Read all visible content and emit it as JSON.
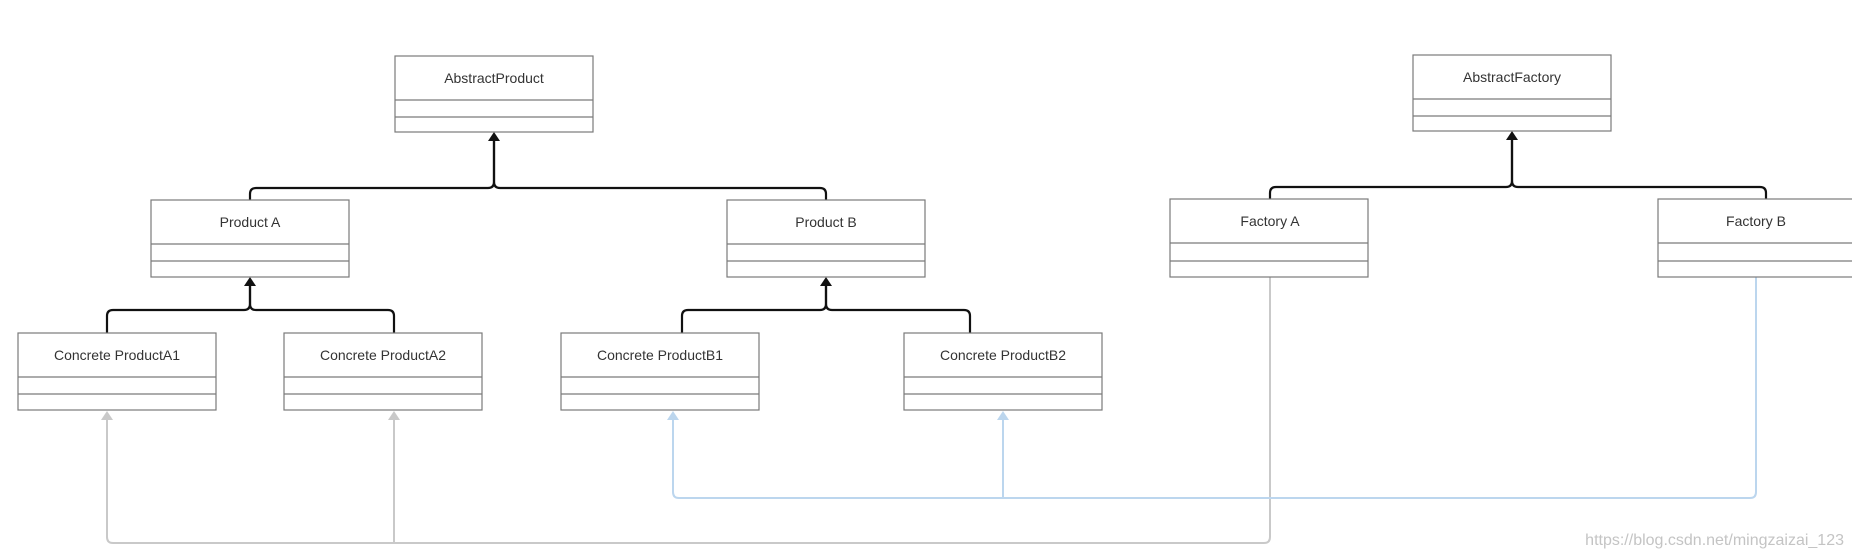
{
  "diagram": {
    "classes": {
      "abstract_product": "AbstractProduct",
      "abstract_factory": "AbstractFactory",
      "product_a": "Product A",
      "product_b": "Product B",
      "factory_a": "Factory A",
      "factory_b": "Factory B",
      "concrete_a1": "Concrete ProductA1",
      "concrete_a2": "Concrete ProductA2",
      "concrete_b1": "Concrete ProductB1",
      "concrete_b2": "Concrete ProductB2"
    },
    "colors": {
      "inheritance": "#111111",
      "factory_a_dependency": "#c9c9c9",
      "factory_b_dependency": "#bcd6ee"
    }
  },
  "watermark": "https://blog.csdn.net/mingzaizai_123"
}
